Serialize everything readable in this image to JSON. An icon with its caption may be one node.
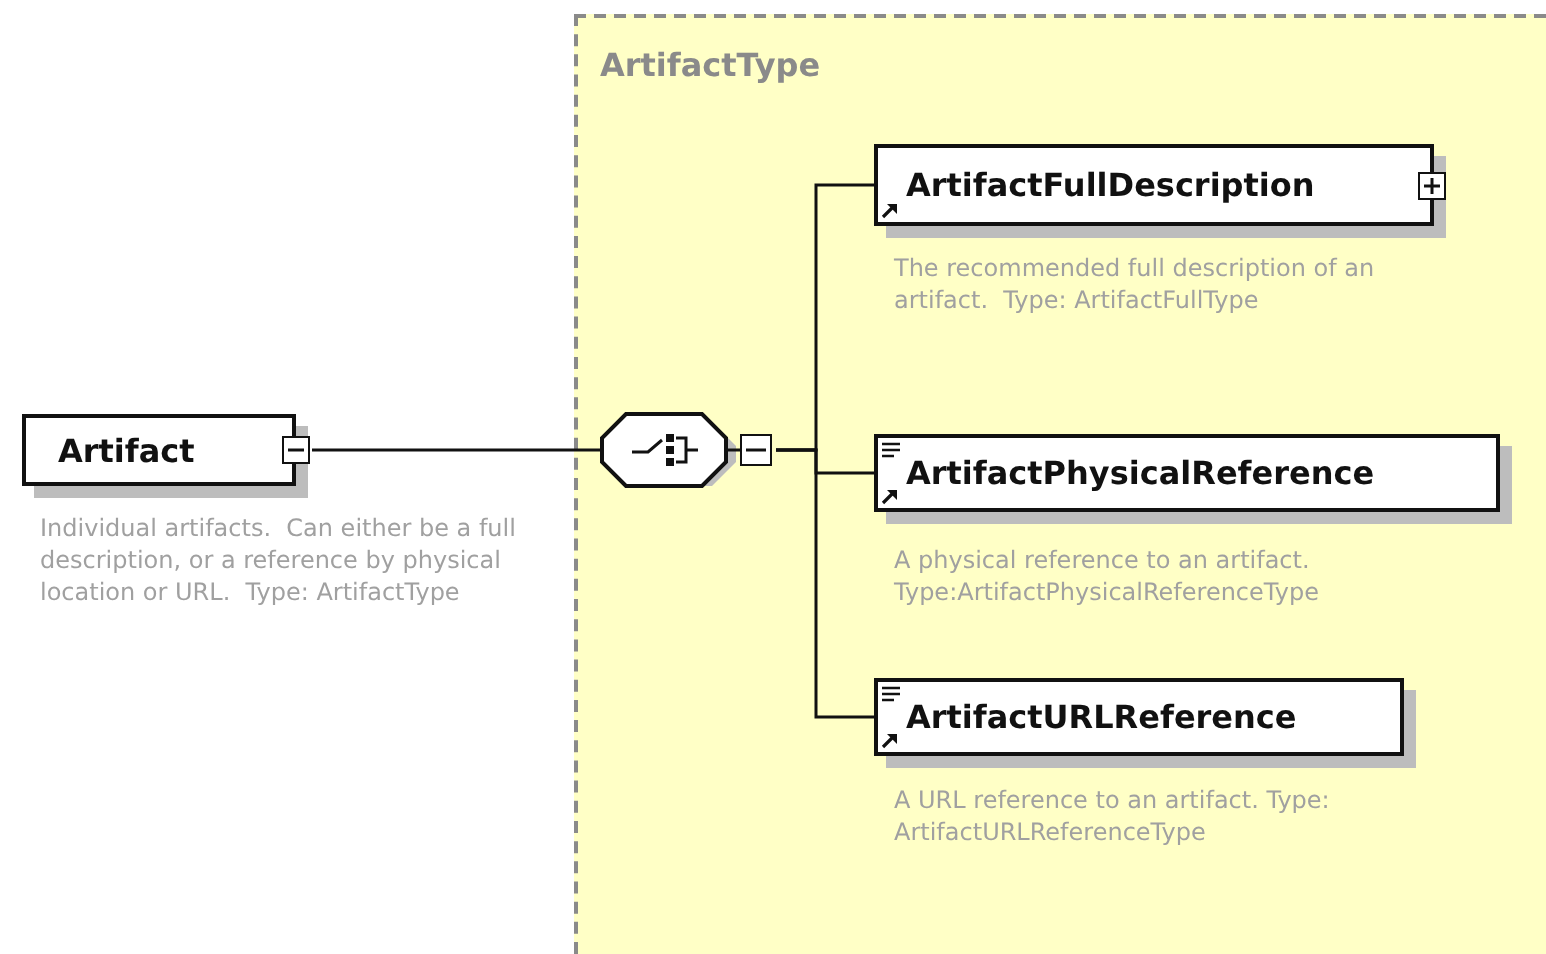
{
  "diagram": {
    "nodes": [
      {
        "text": [
          "Artifact"
        ],
        "beside": [
          "Individual artifacts.  Can either be a full description, or a reference by physical location or URL.  Type: ArtifactType"
        ]
      },
      {
        "text": [
          "ArtifactType"
        ]
      },
      {
        "text": [],
        "shape": "octagon",
        "in": 1
      },
      {
        "text": [
          "ArtifactFullDescription"
        ],
        "beside": [
          "The recommended full description of an artifact.  Type: ArtifactFullType"
        ],
        "in": 1
      },
      {
        "text": [
          "ArtifactPhysicalReference"
        ],
        "beside": [
          "A physical reference to an artifact. Type:ArtifactPhysicalReferenceType"
        ],
        "in": 1
      },
      {
        "text": [
          "ArtifactURLReference"
        ],
        "beside": [
          "A URL reference to an artifact. Type: ArtifactURLReferenceType"
        ],
        "in": 1
      }
    ],
    "edges": [
      {
        "from": 0,
        "to": 2,
        "arrow": "none"
      },
      {
        "from": 2,
        "to": 3,
        "arrow": "none"
      },
      {
        "from": 2,
        "to": 4,
        "arrow": "none"
      },
      {
        "from": 2,
        "to": 5,
        "arrow": "none"
      }
    ]
  }
}
